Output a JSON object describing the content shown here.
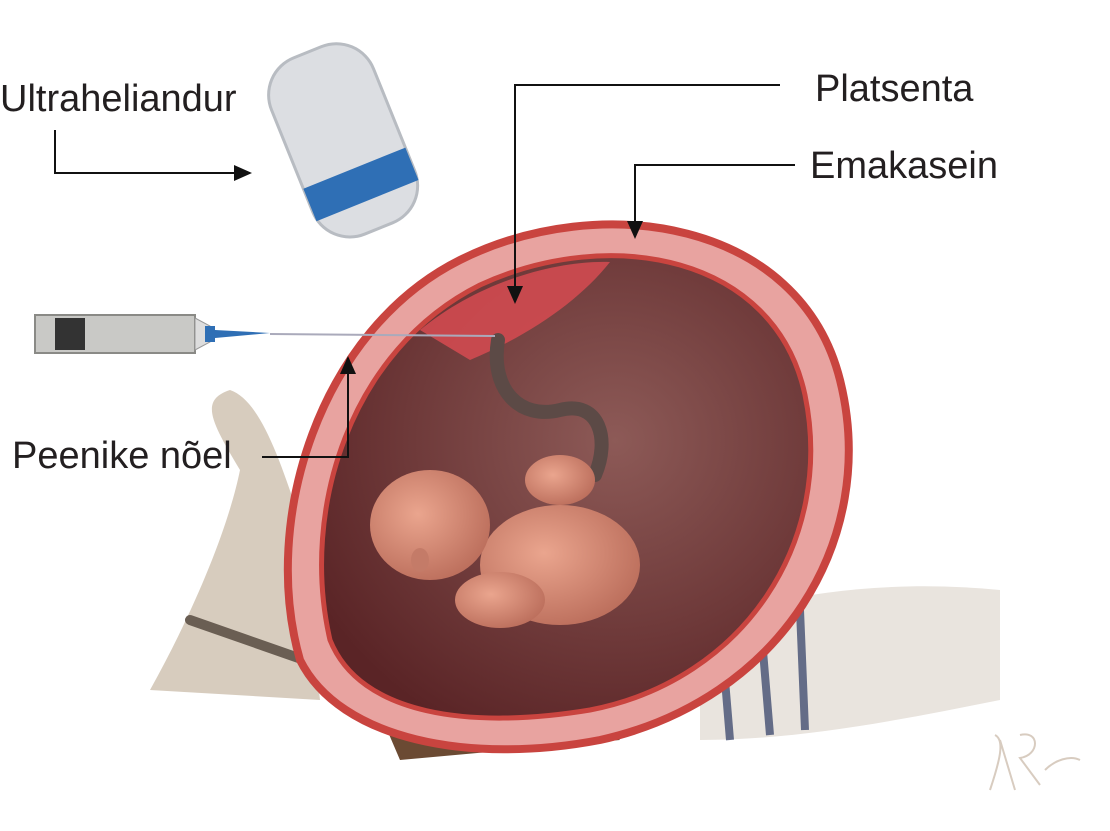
{
  "labels": {
    "transducer": "Ultraheliandur",
    "placenta": "Platsenta",
    "uterine_wall": "Emakasein",
    "needle": "Peenike nõel"
  },
  "signature": "V.Rattik",
  "colors": {
    "uterus_wall": "#e8a3a0",
    "uterus_edge": "#c9443f",
    "cavity": "#6e3432",
    "fetus": "#d98e78",
    "placenta": "#d04a50",
    "probe_band": "#2f6fb5",
    "text": "#231f20"
  }
}
